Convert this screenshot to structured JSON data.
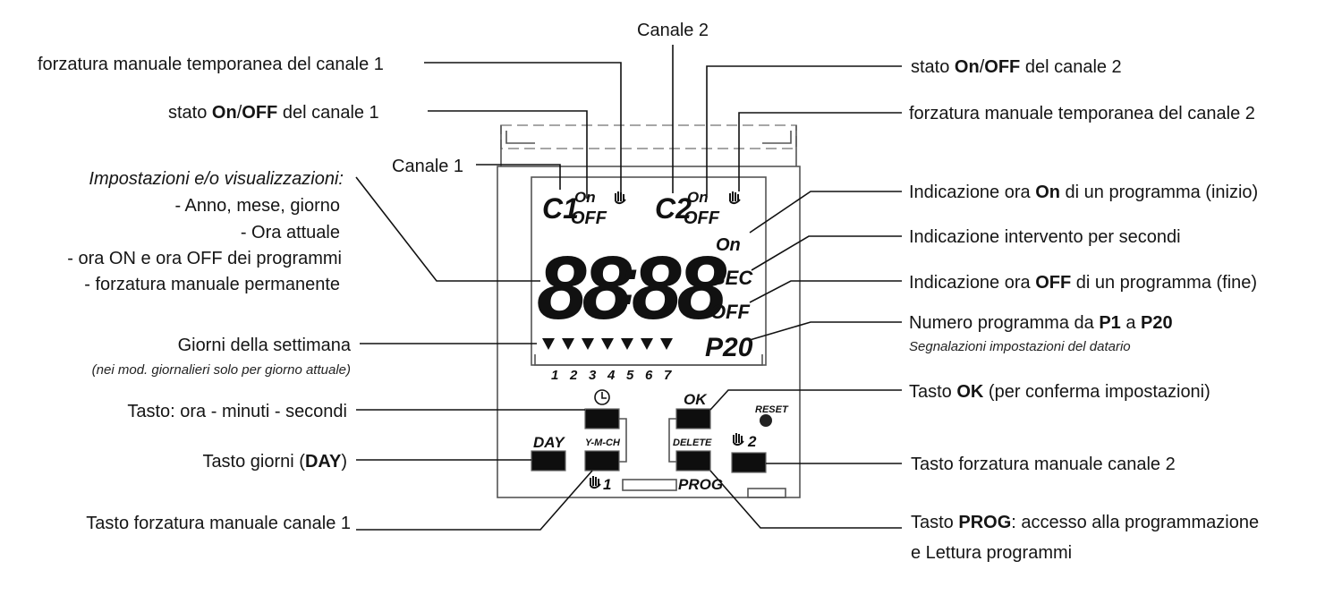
{
  "labels": {
    "canale2": "Canale 2",
    "canale1": "Canale 1",
    "forz_temp_c1": "forzatura manuale temporanea del canale 1",
    "stato_c1_pre": "stato ",
    "stato_c1_on": "On",
    "stato_c1_slash": "/",
    "stato_c1_off": "OFF",
    "stato_c1_post": " del canale 1",
    "stato_c2_pre": "stato ",
    "stato_c2_on": "On",
    "stato_c2_slash": "/",
    "stato_c2_off": "OFF",
    "stato_c2_post": " del canale 2",
    "forz_temp_c2": "forzatura manuale temporanea del canale 2",
    "impostazioni_title": "Impostazioni e/o visualizzazioni:",
    "impostazioni_items": [
      "- Anno, mese, giorno",
      "- Ora attuale",
      "- ora ON e ora OFF dei programmi",
      "- forzatura manuale permanente"
    ],
    "ind_on_pre": "Indicazione ora ",
    "ind_on_bold": "On",
    "ind_on_post": " di un programma (inizio)",
    "ind_sec": "Indicazione intervento per secondi",
    "ind_off_pre": "Indicazione ora ",
    "ind_off_bold": "OFF",
    "ind_off_post": " di un  programma (fine)",
    "num_prog_pre": "Numero programma da ",
    "num_prog_p1": "P1",
    "num_prog_mid": " a ",
    "num_prog_p20": "P20",
    "segnalazioni": "Segnalazioni impostazioni del datario",
    "giorni": "Giorni della settimana",
    "giorni_note": "(nei mod. giornalieri solo per giorno attuale)",
    "tasto_ora": "Tasto: ora - minuti - secondi",
    "tasto_giorni_pre": "Tasto giorni (",
    "tasto_giorni_bold": "DAY",
    "tasto_giorni_post": ")",
    "tasto_forz_c1": "Tasto forzatura manuale canale 1",
    "tasto_ok_pre": "Tasto ",
    "tasto_ok_bold": "OK",
    "tasto_ok_post": " (per conferma impostazioni)",
    "tasto_forz_c2": "Tasto forzatura manuale canale 2",
    "tasto_prog_pre": "Tasto ",
    "tasto_prog_bold": "PROG",
    "tasto_prog_post": ": accesso alla programmazione",
    "tasto_prog_line2": "e Lettura programmi"
  },
  "display": {
    "c1": "C1",
    "c2": "C2",
    "on": "On",
    "off": "OFF",
    "digits_left": "88",
    "colon": ":",
    "digits_right": "88",
    "ind_on": "On",
    "ind_sec": "SEC",
    "ind_off": "OFF",
    "prog": "P20",
    "days": [
      "1",
      "2",
      "3",
      "4",
      "5",
      "6",
      "7"
    ]
  },
  "buttons": {
    "ok": "OK",
    "reset": "RESET",
    "day": "DAY",
    "ymch": "Y-M-CH",
    "delete": "DELETE",
    "prog": "PROG",
    "manual1_num": "1",
    "manual2_num": "2"
  },
  "icons": {
    "clock": "clock-icon",
    "hand": "hand-icon",
    "day_marker": "triangle-down-icon",
    "reset": "reset-dot-icon"
  }
}
